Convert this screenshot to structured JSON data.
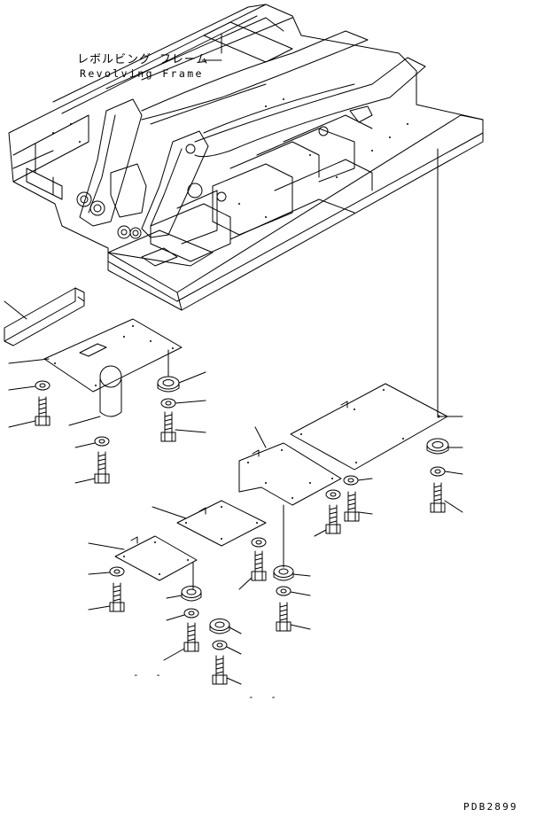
{
  "title": {
    "japanese": "レボルビング フレーム",
    "english": "Revolving Frame"
  },
  "drawing_code": "PDB2899",
  "dash_marks": [
    "- -",
    "- -"
  ],
  "colors": {
    "line": "#000000",
    "background": "#ffffff"
  }
}
